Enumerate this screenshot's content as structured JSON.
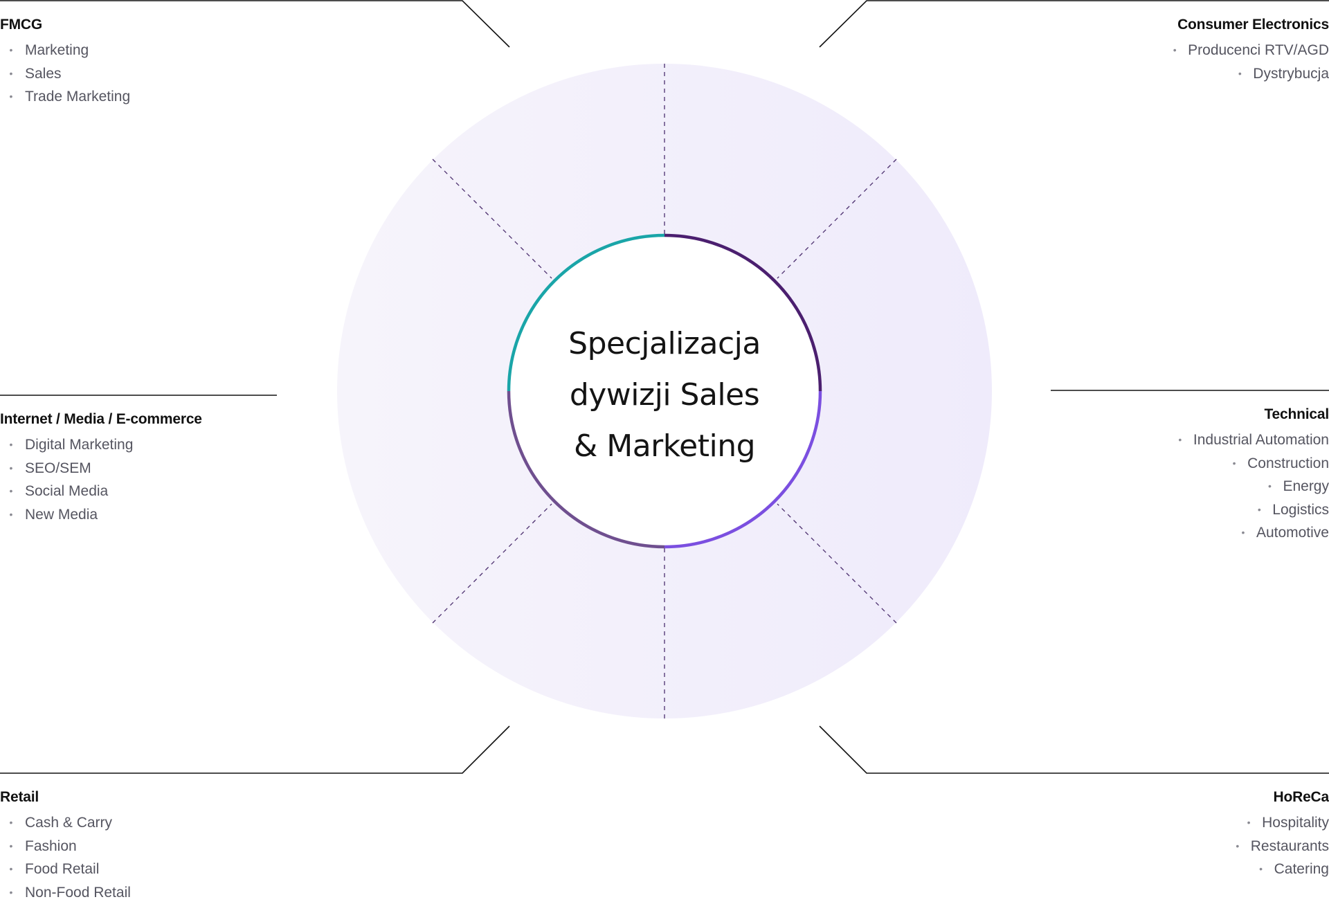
{
  "center": {
    "title": "Specjalizacja dywizji Sales & Marketing"
  },
  "sectors": [
    {
      "id": "fmcg",
      "title": "FMCG",
      "items": [
        "Marketing",
        "Sales",
        "Trade Marketing"
      ]
    },
    {
      "id": "consumer-electronics",
      "title": "Consumer Electronics",
      "items": [
        "Producenci RTV/AGD",
        "Dystrybucja"
      ]
    },
    {
      "id": "internet-media",
      "title": "Internet / Media / E-commerce",
      "items": [
        "Digital Marketing",
        "SEO/SEM",
        "Social Media",
        "New Media"
      ]
    },
    {
      "id": "technical",
      "title": "Technical",
      "items": [
        "Industrial Automation",
        "Construction",
        "Energy",
        "Logistics",
        "Automotive"
      ]
    },
    {
      "id": "retail",
      "title": "Retail",
      "items": [
        "Cash & Carry",
        "Fashion",
        "Food Retail",
        "Non-Food Retail"
      ]
    },
    {
      "id": "horeca",
      "title": "HoReCa",
      "items": [
        "Hospitality",
        "Restaurants",
        "Catering"
      ]
    }
  ],
  "colors": {
    "ring_teal": "#1aa5a8",
    "ring_dark_purple": "#4b1f6f",
    "ring_violet": "#7b4fe0",
    "ring_mauve": "#6f4f8f",
    "disc_fill": "#f1eefb",
    "divider": "#4b2e6e",
    "connector": "#111111"
  }
}
